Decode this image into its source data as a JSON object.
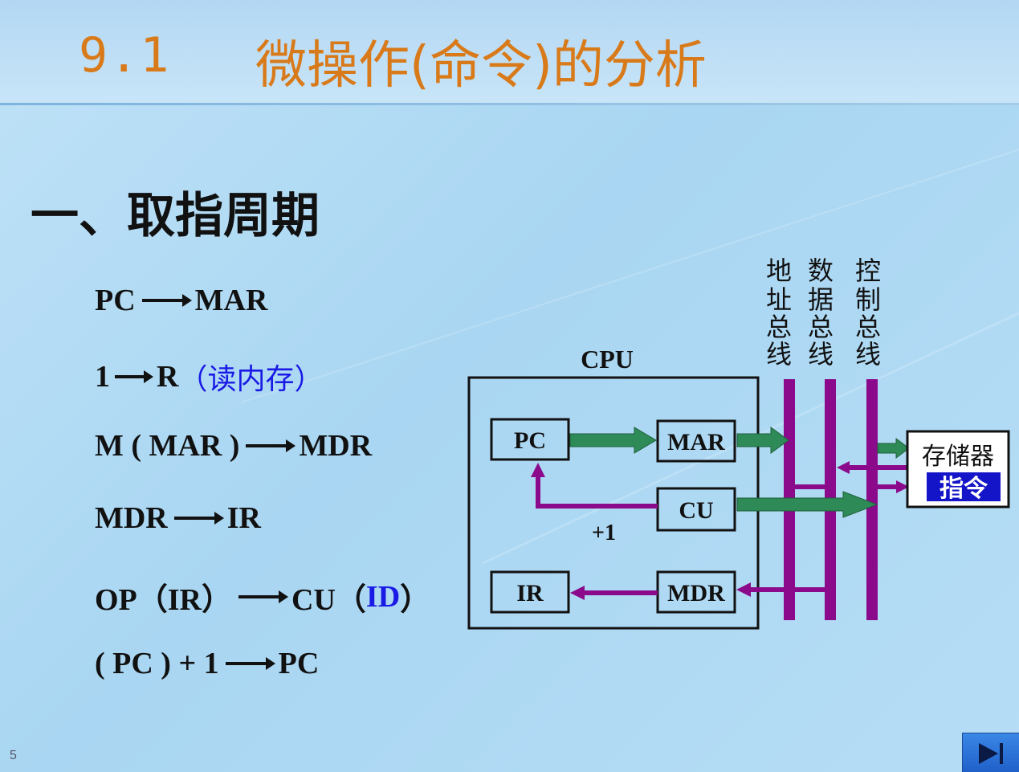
{
  "title": {
    "number": "9.1",
    "text": "微操作(命令)的分析"
  },
  "section": {
    "heading": "一、取指周期"
  },
  "steps": [
    {
      "left": "PC",
      "right": "MAR"
    },
    {
      "left": "1",
      "right": "R",
      "note": "（读内存）"
    },
    {
      "left": "M ( MAR )",
      "right": "MDR"
    },
    {
      "left": "MDR",
      "right": "IR"
    },
    {
      "left": "OP（IR）",
      "right": "CU（",
      "highlight": "ID",
      "tail": "）"
    },
    {
      "left": "( PC ) + 1",
      "right": "PC"
    }
  ],
  "diagram": {
    "cpu_label": "CPU",
    "registers": {
      "pc": "PC",
      "mar": "MAR",
      "cu": "CU",
      "ir": "IR",
      "mdr": "MDR"
    },
    "plus_one": "+1",
    "buses": {
      "address": [
        "地",
        "址",
        "总",
        "线"
      ],
      "data": [
        "数",
        "据",
        "总",
        "线"
      ],
      "control": [
        "控",
        "制",
        "总",
        "线"
      ]
    },
    "memory": {
      "label": "存储器",
      "badge": "指令"
    },
    "colors": {
      "green": "#2e8b57",
      "purple": "#8b0a8b",
      "badge_bg": "#1414c8"
    }
  },
  "footer": {
    "page": "5",
    "nav_icon": "play-to-end-icon"
  }
}
